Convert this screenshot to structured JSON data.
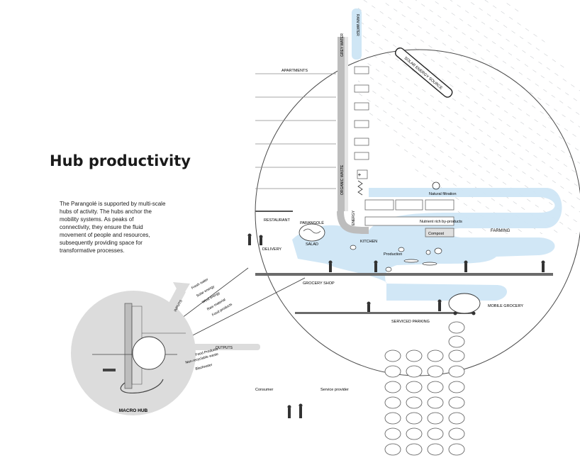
{
  "heading": {
    "title": "Hub productivity"
  },
  "intro": {
    "text": "The Parangolé is supported by multi-scale hubs of activity. The hubs anchor the mobility systems. As peaks of connectivity, they ensure the fluid movement of people and resources, subsequently providing space for transformative processes."
  },
  "macro_hub": {
    "title": "MACRO HUB",
    "inputs_label": "INPUTS",
    "outputs_label": "OUTPUTS",
    "inputs": [
      "Fresh water",
      "Solar energy",
      "Wind energy",
      "Raw material",
      "Food products"
    ],
    "outputs": [
      "Food Products",
      "Non-recyclable waste",
      "Blackwater"
    ]
  },
  "diagram": {
    "rain_water": "RAIN WATER",
    "grey_water": "GREY WATER",
    "solar_energy": "SOLAR ENERGY SOURCE",
    "apartments": "APARTMENTS",
    "organic_waste": "ORGANIC WASTE",
    "energy": "ENERGY",
    "natural_filtration": "Natural filtration",
    "nutrient": "Nutrient rich by-products",
    "compost": "Compost",
    "farming": "FARMING",
    "restaurant": "RESTAURANT",
    "delivery": "DELIVERY",
    "parangole": "PARANGOLÉ",
    "salad": "SALAD",
    "kitchen": "KITCHEN",
    "production": "Production",
    "grocery_shop": "GROCERY SHOP",
    "mobile_grocery": "MOBILE GROCERY",
    "serviced_parking": "SERVICED PARKING"
  },
  "legend": {
    "consumer": "Consumer",
    "service_provider": "Service provider"
  },
  "colors": {
    "water": "#cfe6f5",
    "line": "#4a4a4a",
    "hub": "#dcdcdc",
    "floor": "#6b6b6b"
  }
}
